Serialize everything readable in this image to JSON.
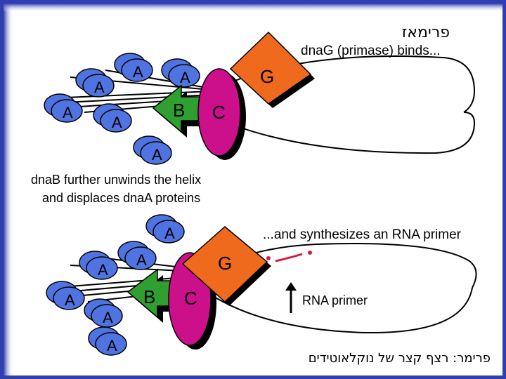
{
  "title_hebrew": "פרימאז",
  "top": {
    "caption": "dnaG (primase) binds...",
    "labels": {
      "a": "A",
      "b": "B",
      "c": "C",
      "g": "G"
    }
  },
  "middle_caption": {
    "line1": "dnaB further unwinds the helix",
    "line2": "and displaces dnaA proteins"
  },
  "bottom": {
    "caption": "...and synthesizes an RNA primer",
    "primer_label": "RNA primer",
    "labels": {
      "a": "A",
      "b": "B",
      "c": "C",
      "g": "G"
    }
  },
  "definition_hebrew": "פרימר: רצף קצר של נוקלאוטידים",
  "colors": {
    "frame": "#2f3fb0",
    "dnaA": "#4f73e0",
    "dnaB": "#2fa02f",
    "dnaC": "#cc0f8a",
    "dnaG": "#f06a1e",
    "primer": "#d81a3a"
  }
}
